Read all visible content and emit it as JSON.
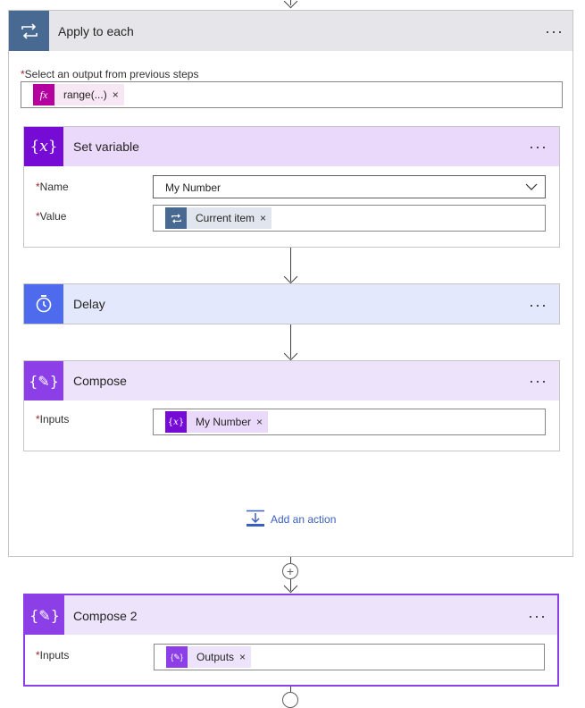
{
  "apply_each": {
    "title": "Apply to each",
    "more": "···",
    "select_label": "Select an output from previous steps",
    "required_mark": "*",
    "token": {
      "label": "range(...)",
      "remove": "×",
      "icon": "fx-icon"
    },
    "add_action": "Add an action"
  },
  "set_variable": {
    "title": "Set variable",
    "more": "···",
    "name_label": "Name",
    "name_value": "My Number",
    "value_label": "Value",
    "value_token": {
      "label": "Current item",
      "remove": "×",
      "icon": "loop-icon"
    }
  },
  "delay": {
    "title": "Delay",
    "more": "···"
  },
  "compose": {
    "title": "Compose",
    "more": "···",
    "inputs_label": "Inputs",
    "token": {
      "label": "My Number",
      "remove": "×",
      "icon": "variable-icon"
    }
  },
  "compose2": {
    "title": "Compose 2",
    "more": "···",
    "inputs_label": "Inputs",
    "token": {
      "label": "Outputs",
      "remove": "×",
      "icon": "compose-icon"
    }
  },
  "colors": {
    "loop": "#486991",
    "variable": "#770bd6",
    "delay": "#4f6bed",
    "compose": "#8c3fe6",
    "expression": "#b4009e",
    "link": "#3b5fc0"
  }
}
